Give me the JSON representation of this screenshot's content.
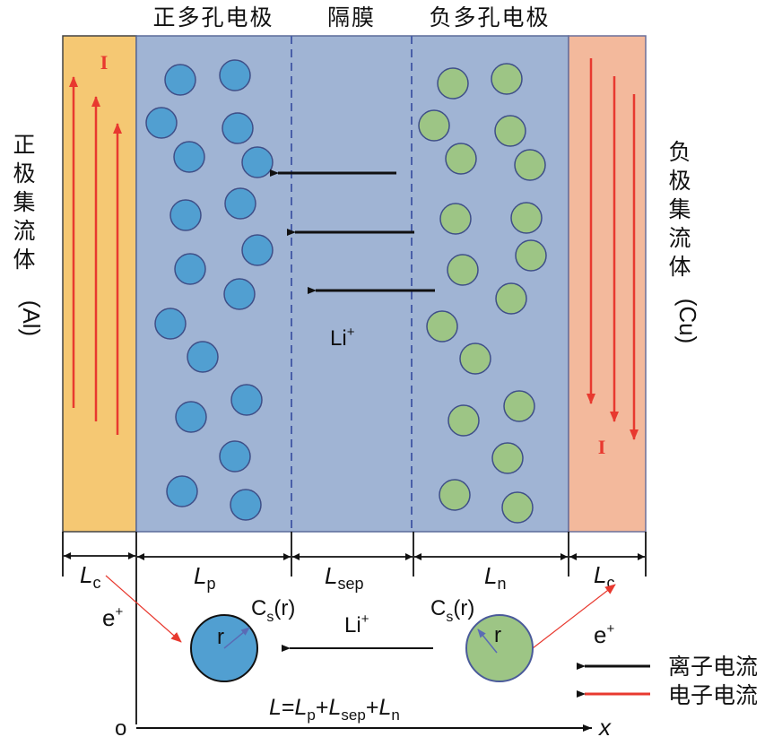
{
  "title": "Lithium-ion battery P2D model schematic",
  "regions": {
    "positive_electrode": "正多孔电极",
    "separator": "隔膜",
    "negative_electrode": "负多孔电极",
    "positive_collector": "正极集流体",
    "positive_collector_material": "(Al)",
    "negative_collector": "负极集流体",
    "negative_collector_material": "(Cu)"
  },
  "current_label": "I",
  "ion_label": "Li",
  "ion_charge": "+",
  "dimensions": {
    "Lc": {
      "main": "L",
      "sub": "c"
    },
    "Lp": {
      "main": "L",
      "sub": "p"
    },
    "Lsep": {
      "main": "L",
      "sub": "sep"
    },
    "Ln": {
      "main": "L",
      "sub": "n"
    }
  },
  "particle": {
    "concentration": "C",
    "concentration_sub": "s",
    "concentration_arg": "(r)",
    "radius": "r"
  },
  "electron": {
    "main": "e",
    "sup": "+"
  },
  "formula": {
    "lhs": "L",
    "eq": "=",
    "t1": "L",
    "t1_sub": "p",
    "plus": "+",
    "t2": "L",
    "t2_sub": "sep",
    "t3": "L",
    "t3_sub": "n"
  },
  "axis": {
    "origin": "o",
    "x": "x"
  },
  "legend": [
    {
      "label": "离子电流",
      "color": "#111111"
    },
    {
      "label": "电子电流",
      "color": "#e8392f"
    }
  ],
  "colors": {
    "al_collector": "#f5c873",
    "cu_collector": "#f3b99c",
    "electrolyte": "#a0b4d4",
    "cathode_particle": "#519fd1",
    "anode_particle": "#9dc585",
    "current_arrow": "#e8392f"
  }
}
